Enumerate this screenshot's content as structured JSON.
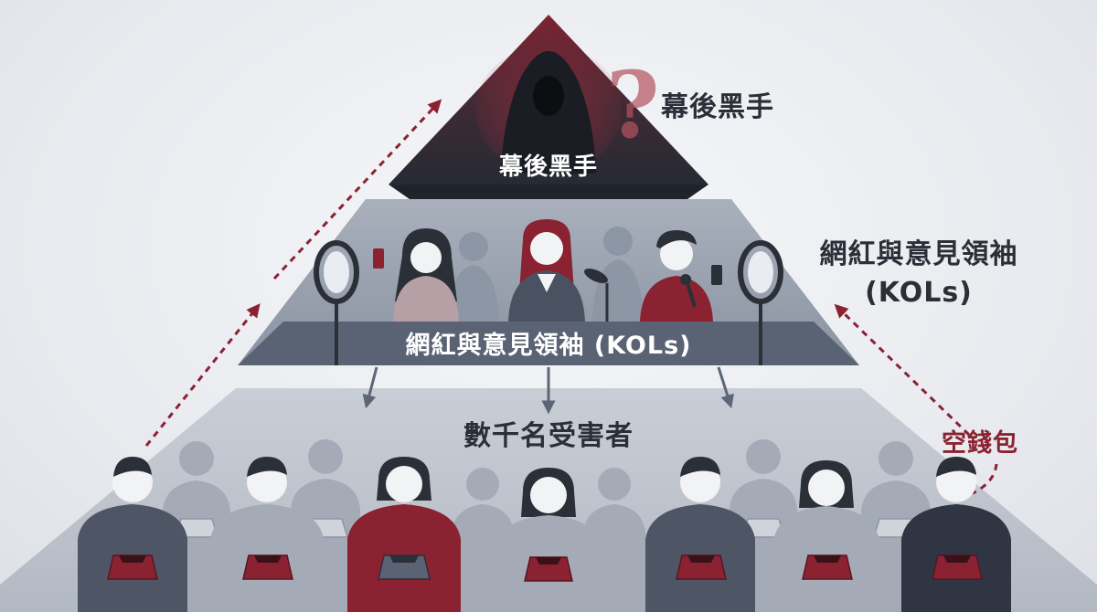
{
  "colors": {
    "accent_red": "#8b2231",
    "dark_navy": "#2b2f38",
    "slate": "#5d6677",
    "light_tier": "#b9bfc9",
    "background": "#eef0f3"
  },
  "tiers": {
    "apex": {
      "side_label": "幕後黑手",
      "inner_label": "幕後黑手",
      "icon": "hooded-figure-icon"
    },
    "kols": {
      "side_label_line1": "網紅與意見領袖",
      "side_label_line2": "(KOLs)",
      "band_label": "網紅與意見領袖 (KOLs)"
    },
    "victims": {
      "label": "數千名受害者",
      "callout": "空錢包"
    }
  },
  "icons": [
    "question-mark-icon",
    "ring-light-icon",
    "smartphone-icon",
    "microphone-icon",
    "empty-box-icon",
    "person-icon",
    "dashed-arrow-icon"
  ]
}
